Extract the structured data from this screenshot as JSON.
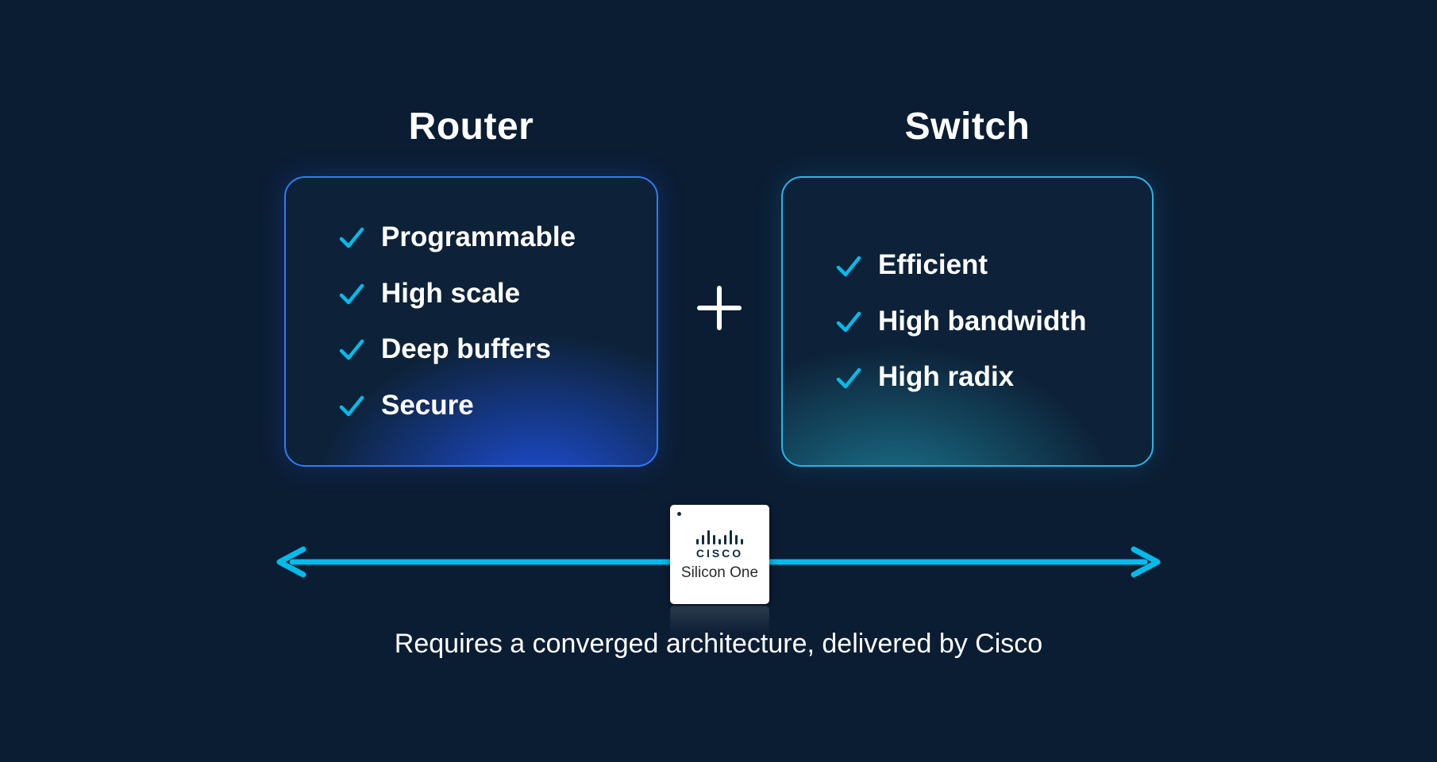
{
  "background_color": "#0b1d33",
  "colors": {
    "cisco_blue": "#00bceb",
    "router_border": "#2e7bf8",
    "router_glow": "#2156f4",
    "switch_border": "#29b4ea",
    "switch_glow": "#1f8ca6",
    "text": "#ffffff"
  },
  "router_panel": {
    "title": "Router",
    "items": [
      "Programmable",
      "High scale",
      "Deep buffers",
      "Secure"
    ]
  },
  "switch_panel": {
    "title": "Switch",
    "items": [
      "Efficient",
      "High bandwidth",
      "High radix"
    ]
  },
  "icons": {
    "plus_icon": "+",
    "check_icon": "✓",
    "arrow_icon": "double-headed-horizontal-arrow"
  },
  "chip": {
    "brand_wordmark": "cisco",
    "product_name": "Silicon One"
  },
  "caption": "Requires a converged architecture, delivered by Cisco"
}
